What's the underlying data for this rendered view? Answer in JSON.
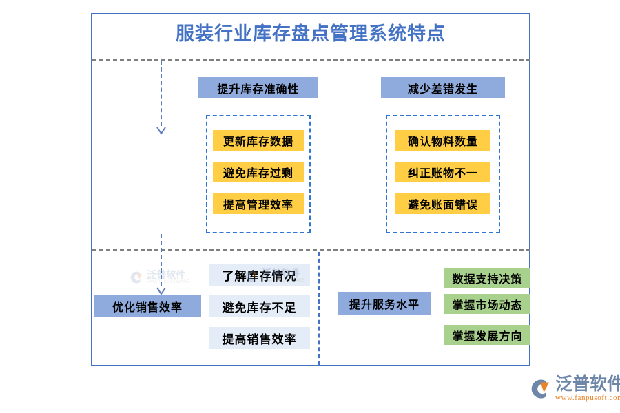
{
  "page": {
    "title": "服装行业库存盘点管理系统特点",
    "accent_color": "#4472C4",
    "blue_box_color": "#8FAADC",
    "yellow_box_color": "#FFCE44",
    "light_blue_box_color": "#E4ECF7",
    "green_box_color": "#A9D18E",
    "dash_color": "#7F7F7F"
  },
  "top_section": {
    "left_branch": {
      "header": "提升库存准确性",
      "items": [
        "更新库存数据",
        "避免库存过剩",
        "提高管理效率"
      ]
    },
    "right_branch": {
      "header": "减少差错发生",
      "items": [
        "确认物料数量",
        "纠正账物不一",
        "避免账面错误"
      ]
    }
  },
  "bottom_section": {
    "left_branch": {
      "header": "优化销售效率",
      "items": [
        "了解库存情况",
        "避免库存不足",
        "提高销售效率"
      ]
    },
    "right_branch": {
      "header": "提升服务水平",
      "items": [
        "数据支持决策",
        "掌握市场动态",
        "掌握发展方向"
      ]
    }
  },
  "watermark": {
    "brand": "泛普软件",
    "brand_en": "FANPU SOFTWARE"
  },
  "logo": {
    "brand": "泛普软件",
    "url": "www.fanpusoft.com",
    "brand_color": "#6E87A8",
    "url_color": "#E8842A"
  }
}
